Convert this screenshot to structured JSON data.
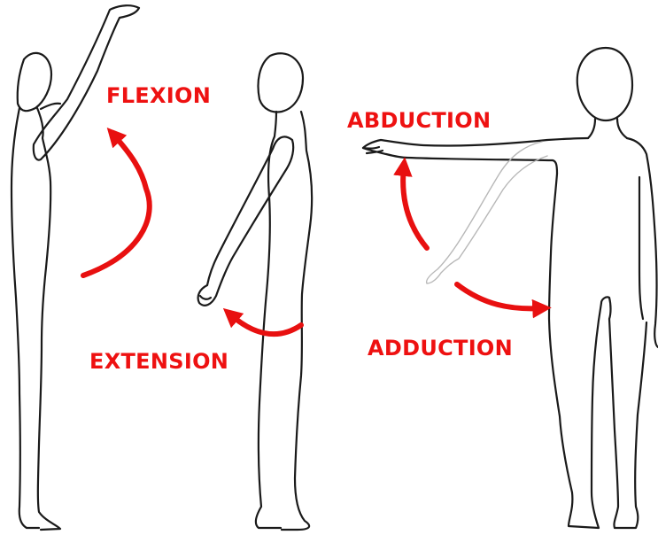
{
  "labels": {
    "flexion": "FLEXION",
    "extension": "EXTENSION",
    "abduction": "ABDUCTION",
    "adduction": "ADDUCTION"
  },
  "colors": {
    "label": "#ee1111",
    "arrow": "#e81010",
    "outline": "#1a1a1a",
    "faint_arm": "#b8b8b8",
    "background": "#ffffff"
  },
  "figures": [
    {
      "pose": "side-view",
      "arm": "raised-forward",
      "motion": "flexion"
    },
    {
      "pose": "side-view",
      "arm": "extended-backward",
      "motion": "extension"
    },
    {
      "pose": "front-view",
      "arm": "raised-sideways",
      "motion": "abduction-adduction"
    }
  ]
}
